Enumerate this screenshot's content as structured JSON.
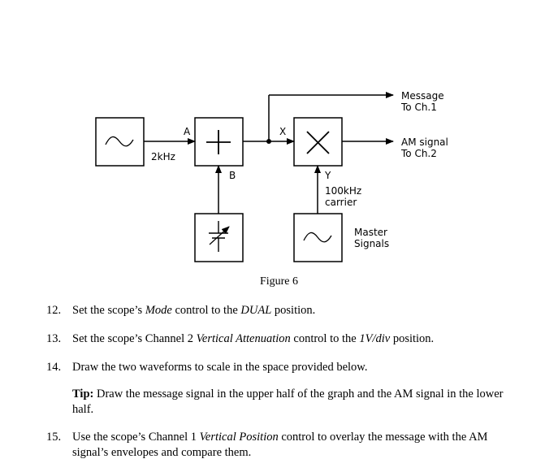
{
  "figure": {
    "labels": {
      "a": "A",
      "b": "B",
      "x": "X",
      "y": "Y",
      "freq_2khz": "2kHz",
      "carrier_line1": "100kHz",
      "carrier_line2": "carrier",
      "message_line1": "Message",
      "message_line2": "To Ch.1",
      "am_line1": "AM signal",
      "am_line2": "To Ch.2",
      "master_line1": "Master",
      "master_line2": "Signals"
    },
    "caption": "Figure 6"
  },
  "steps": [
    {
      "number": "12.",
      "parts": [
        "Set the scope’s ",
        "Mode",
        " control to the ",
        "DUAL",
        " position."
      ]
    },
    {
      "number": "13.",
      "parts": [
        "Set the scope’s Channel 2 ",
        "Vertical Attenuation",
        " control to the ",
        "1V/div",
        " position."
      ]
    },
    {
      "number": "14.",
      "text": "Draw the two waveforms to scale in the space provided below."
    },
    {
      "number": "15.",
      "parts": [
        "Use the scope’s Channel 1 ",
        "Vertical Position",
        " control to overlay the message with the AM signal’s envelopes and compare them."
      ]
    }
  ],
  "tip": {
    "label": "Tip:",
    "text": " Draw the message signal in the upper half of the graph and the AM signal in the lower half."
  }
}
